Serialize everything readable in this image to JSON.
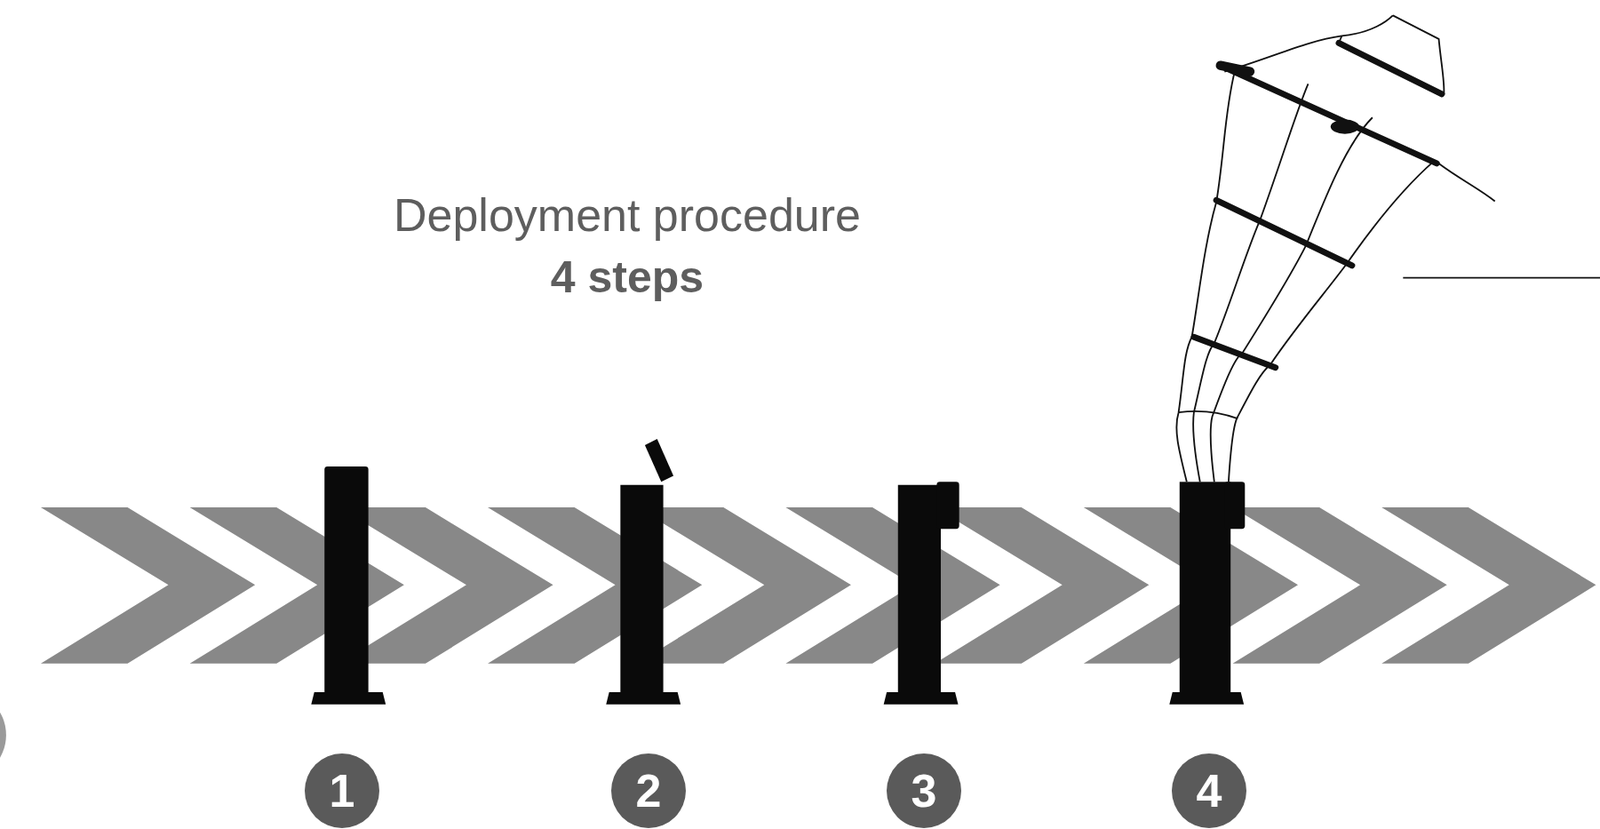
{
  "diagram": {
    "title": "Deployment procedure",
    "nodes": [
      {
        "text": [
          "1"
        ]
      },
      {
        "text": [
          "2"
        ]
      },
      {
        "text": [
          "3"
        ]
      },
      {
        "text": [
          "4"
        ]
      }
    ],
    "labels": [
      "4 steps"
    ]
  }
}
